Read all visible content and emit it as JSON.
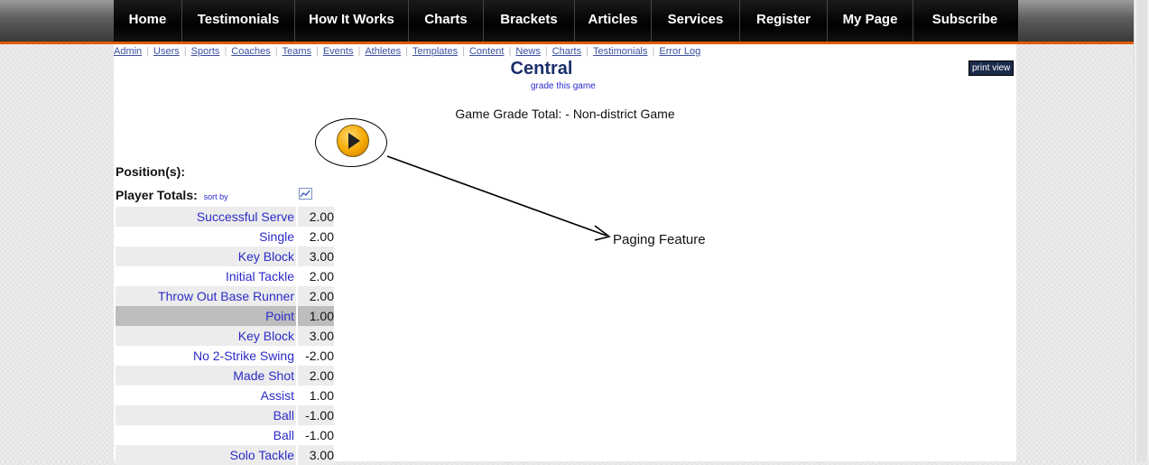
{
  "nav": {
    "items": [
      "Home",
      "Testimonials",
      "How It Works",
      "Charts",
      "Brackets",
      "Articles",
      "Services",
      "Register",
      "My Page",
      "Subscribe"
    ]
  },
  "subnav": {
    "items": [
      "Admin",
      "Users",
      "Sports",
      "Coaches",
      "Teams",
      "Events",
      "Athletes",
      "Templates",
      "Content",
      "News",
      "Charts",
      "Testimonials",
      "Error Log"
    ]
  },
  "page": {
    "title": "Central",
    "grade_link": "grade this game",
    "grade_total": "Game Grade Total: - Non-district Game",
    "print_view": "print view",
    "positions_label": "Position(s):",
    "totals_label": "Player Totals:",
    "sort_label": "sort by"
  },
  "annotation": {
    "label": "Paging Feature"
  },
  "totals": [
    {
      "label": "Successful Serve",
      "value": "2.00"
    },
    {
      "label": "Single",
      "value": "2.00"
    },
    {
      "label": "Key Block",
      "value": "3.00"
    },
    {
      "label": "Initial Tackle",
      "value": "2.00"
    },
    {
      "label": "Throw Out Base Runner",
      "value": "2.00"
    },
    {
      "label": "Point",
      "value": "1.00"
    },
    {
      "label": "Key Block",
      "value": "3.00"
    },
    {
      "label": "No 2-Strike Swing",
      "value": "-2.00"
    },
    {
      "label": "Made Shot",
      "value": "2.00"
    },
    {
      "label": "Assist",
      "value": "1.00"
    },
    {
      "label": "Ball",
      "value": "-1.00"
    },
    {
      "label": "Ball",
      "value": "-1.00"
    },
    {
      "label": "Solo Tackle",
      "value": "3.00"
    }
  ],
  "colors": {
    "nav_bg": "#000000",
    "nav_accent": "#e05a00",
    "link": "#2b2bc8",
    "title": "#1b2f6b"
  },
  "icons": [
    "play-icon",
    "line-chart-icon"
  ]
}
